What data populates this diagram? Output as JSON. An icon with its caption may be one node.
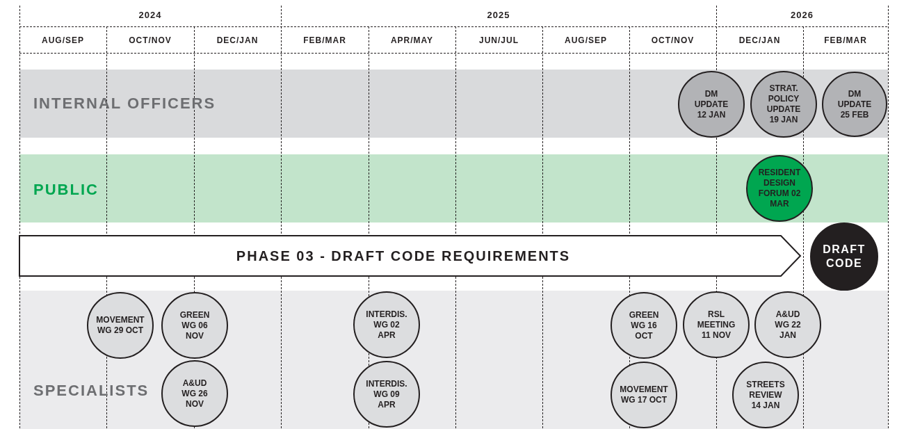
{
  "diagram": {
    "nodes": [
      {
        "text": [
          "INTERNAL OFFICERS"
        ]
      },
      {
        "text": [
          "DM UPDATE 12 JAN"
        ],
        "in": 0
      },
      {
        "text": [
          "STRAT. POLICY UPDATE 19 JAN"
        ],
        "in": 0
      },
      {
        "text": [
          "DM UPDATE 25 FEB"
        ],
        "in": 0
      },
      {
        "text": [
          "PUBLIC"
        ]
      },
      {
        "text": [
          "RESIDENT DESIGN FORUM 02 MAR"
        ],
        "in": 4
      },
      {
        "text": [
          "PHASE 03 - DRAFT CODE REQUIREMENTS"
        ]
      },
      {
        "text": [
          "DRAFT CODE"
        ]
      },
      {
        "text": [
          "SPECIALISTS"
        ]
      },
      {
        "text": [
          "MOVEMENT WG 29 OCT"
        ],
        "in": 8
      },
      {
        "text": [
          "GREEN WG 06 NOV"
        ],
        "in": 8
      },
      {
        "text": [
          "INTERDIS. WG 02 APR"
        ],
        "in": 8
      },
      {
        "text": [
          "GREEN WG 16 OCT"
        ],
        "in": 8
      },
      {
        "text": [
          "RSL MEETING 11 NOV"
        ],
        "in": 8
      },
      {
        "text": [
          "A&UD WG 22 JAN"
        ],
        "in": 8
      },
      {
        "text": [
          "A&UD WG 26 NOV"
        ],
        "in": 8
      },
      {
        "text": [
          "INTERDIS. WG 09 APR"
        ],
        "in": 8
      },
      {
        "text": [
          "MOVEMENT WG 17 OCT"
        ],
        "in": 8
      },
      {
        "text": [
          "STREETS REVIEW 14 JAN"
        ],
        "in": 8
      }
    ],
    "labels": [
      "2024",
      "2025",
      "2026",
      "AUG/SEP",
      "OCT/NOV",
      "DEC/JAN",
      "FEB/MAR",
      "APR/MAY",
      "JUN/JUL",
      "AUG/SEP",
      "OCT/NOV",
      "DEC/JAN",
      "FEB/MAR"
    ]
  }
}
